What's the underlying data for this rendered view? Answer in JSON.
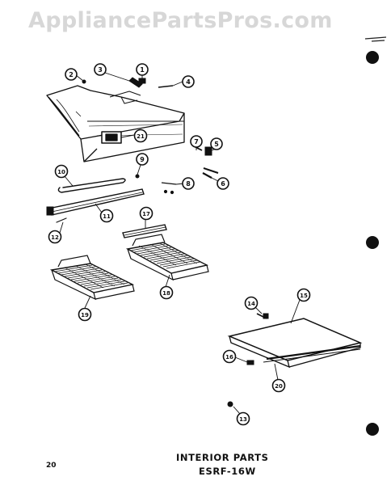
{
  "watermark": "AppliancePartsPros.com",
  "title": "INTERIOR PARTS",
  "model": "ESRF-16W",
  "page_number": "20",
  "callouts": [
    "1",
    "2",
    "3",
    "4",
    "5",
    "6",
    "7",
    "8",
    "9",
    "10",
    "11",
    "12",
    "13",
    "14",
    "15",
    "16",
    "17",
    "18",
    "19",
    "20",
    "21"
  ],
  "colors": {
    "ink": "#111111",
    "watermark": "#d7d7d7",
    "paper": "#ffffff"
  }
}
